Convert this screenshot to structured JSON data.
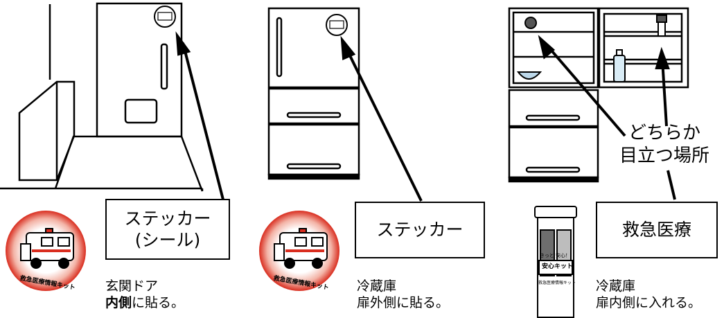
{
  "panels": [
    {
      "label_lines": [
        "ステッカー",
        "(シール)"
      ],
      "caption_line1": "玄関ドア",
      "caption_line2_bold": "内側",
      "caption_line2_rest": "に貼る。"
    },
    {
      "label_lines": [
        "ステッカー"
      ],
      "caption_line1": "冷蔵庫",
      "caption_line2_bold": "",
      "caption_line2_rest": "扉外側に貼る。"
    },
    {
      "label_lines": [
        "救急医療"
      ],
      "caption_line1": "冷蔵庫",
      "caption_line2_bold": "",
      "caption_line2_rest": "扉内側に入れる。"
    }
  ],
  "fridge_note_lines": [
    "どちらか",
    "目立つ場所"
  ],
  "sticker_text": "救急医療情報キット",
  "kit_label_top": "きっと 安心！",
  "kit_label_main": "安心キット",
  "kit_label_bottom": "救急医療情報キット",
  "colors": {
    "sticker_ring": "#e23b2c",
    "sticker_inner": "#f6d7cf"
  }
}
